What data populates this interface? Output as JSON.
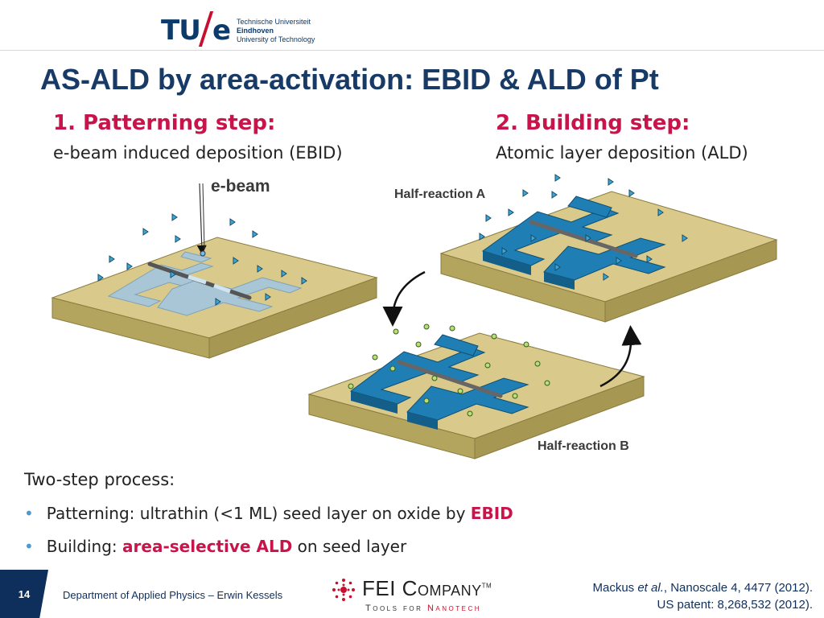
{
  "header": {
    "logo_tu": "TU",
    "logo_e": "e",
    "logo_line1": "Technische Universiteit",
    "logo_line2": "Eindhoven",
    "logo_line3": "University of Technology"
  },
  "slide": {
    "title": "AS-ALD by area-activation: EBID & ALD of Pt"
  },
  "step1": {
    "heading": "1.   Patterning step:",
    "subtitle": "e-beam induced deposition (EBID)"
  },
  "step2": {
    "heading": "2. Building step:",
    "subtitle": "Atomic layer deposition (ALD)"
  },
  "diagram": {
    "ebeam_label": "e-beam",
    "half_a_label": "Half-reaction A",
    "half_b_label": "Half-reaction B"
  },
  "process": {
    "heading": "Two-step process:",
    "bullet1_prefix": "Patterning: ultrathin (<1 ML) seed layer on oxide by ",
    "bullet1_highlight": "EBID",
    "bullet2_prefix": "Building: ",
    "bullet2_highlight": "area-selective ALD",
    "bullet2_suffix": " on seed layer"
  },
  "footer": {
    "page_number": "14",
    "department": "Department of Applied Physics – Erwin Kessels",
    "fei_name": "FEI Company",
    "fei_tm": "TM",
    "fei_tag_prefix": "Tools for ",
    "fei_tag_highlight": "Nanotech",
    "ref_line1_author": "Mackus ",
    "ref_line1_italic": "et al.",
    "ref_line1_rest": ", Nanoscale 4, 4477 (2012).",
    "ref_line2": "US patent: 8,268,532 (2012)."
  },
  "colors": {
    "title_blue": "#173a66",
    "accent_red": "#c8144a",
    "substrate": "#d8c98a",
    "pt_blue": "#1f7fb5",
    "seed_blue": "#a7c7da"
  }
}
